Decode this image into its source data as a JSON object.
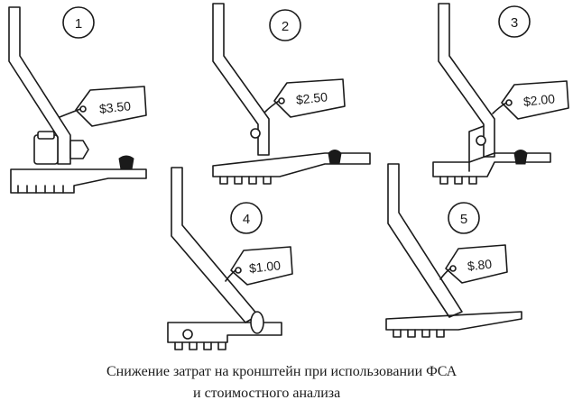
{
  "caption": {
    "line1": "Снижение затрат на кронштейн при использовании ФСА",
    "line2": "и стоимостного анализа"
  },
  "brackets": [
    {
      "number": "1",
      "price": "$3.50"
    },
    {
      "number": "2",
      "price": "$2.50"
    },
    {
      "number": "3",
      "price": "$2.00"
    },
    {
      "number": "4",
      "price": "$1.00"
    },
    {
      "number": "5",
      "price": "$.80"
    }
  ]
}
